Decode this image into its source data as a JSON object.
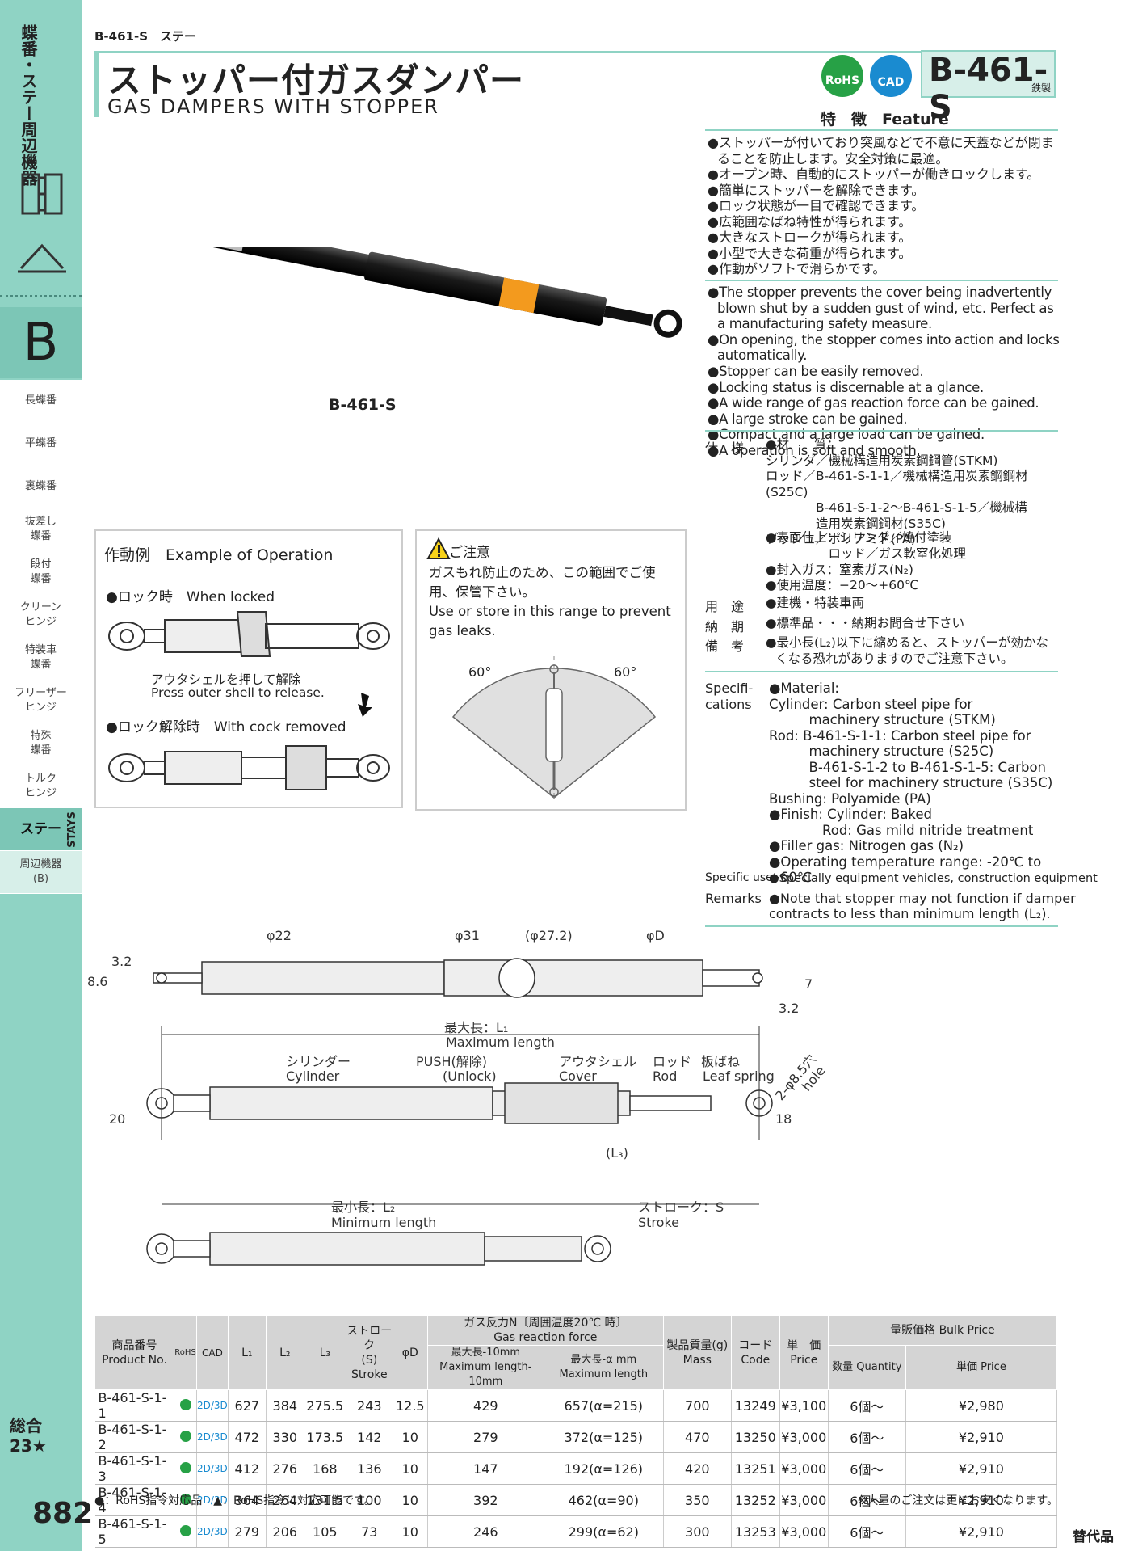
{
  "sidebar": {
    "top_label": "蝶番・ステー周辺機器",
    "section_letter": "B",
    "items": [
      {
        "label": "長蝶番"
      },
      {
        "label": "平蝶番"
      },
      {
        "label": "裏蝶番"
      },
      {
        "label": "抜差し\n蝶番"
      },
      {
        "label": "段付\n蝶番"
      },
      {
        "label": "クリーン\nヒンジ"
      },
      {
        "label": "特装車\n蝶番"
      },
      {
        "label": "フリーザー\nヒンジ"
      },
      {
        "label": "特殊\n蝶番"
      },
      {
        "label": "トルク\nヒンジ"
      },
      {
        "label": "ステー"
      },
      {
        "label": "周辺機器\n(B)"
      }
    ],
    "stays_label": "STAYS",
    "bottom_label": "総合 23★",
    "page_number": "882"
  },
  "header": {
    "breadcrumb": "B-461-S　ステー",
    "title_jp": "ストッパー付ガスダンパー",
    "title_en": "GAS DAMPERS WITH STOPPER",
    "badge_rohs": "RoHS",
    "badge_cad": "CAD",
    "model_code": "B-461-S",
    "material_tag": "鉄製"
  },
  "product_label": "B-461-S",
  "feature": {
    "heading": "特　徴　Feature",
    "jp": [
      "●ストッパーが付いており突風などで不意に天蓋などが閉まることを防止します。安全対策に最適。",
      "●オープン時、自動的にストッパーが働きロックします。",
      "●簡単にストッパーを解除できます。",
      "●ロック状態が一目で確認できます。",
      "●広範囲なばね特性が得られます。",
      "●大きなストロークが得られます。",
      "●小型で大きな荷重が得られます。",
      "●作動がソフトで滑らかです。"
    ],
    "en": [
      "●The stopper prevents the cover being inadvertently blown shut by a sudden gust of wind, etc. Perfect as a manufacturing safety measure.",
      "●On opening, the stopper comes into action and locks automatically.",
      "●Stopper can be easily removed.",
      "●Locking status is discernable at a glance.",
      "●A wide range of gas reaction force can be gained.",
      "●A large stroke can be gained.",
      "●Compact and a large load can be gained.",
      "●A operation is soft and smooth."
    ]
  },
  "specs_jp": {
    "label_spec": "仕　様",
    "material": "●材　　質：\nシリンダ／機械構造用炭素鋼鋼管(STKM)\nロッド／B-461-S-1-1／機械構造用炭素鋼鋼材(S25C)\n　　　　B-461-S-1-2～B-461-S-1-5／機械構\n　　　　造用炭素鋼鋼材(S35C)\nブッシュ／ポリアミド(PA)",
    "finish": "●表面仕上：シリンダ／焼付塗装\n　　　　　ロッド／ガス軟窒化処理",
    "gas": "●封入ガス：窒素ガス(N₂)",
    "temp": "●使用温度：−20～+60℃",
    "label_use": "用　途",
    "use": "●建機・特装車両",
    "label_delivery": "納　期",
    "delivery": "●標準品・・・納期お問合せ下さい",
    "label_remarks": "備　考",
    "remarks": "●最小長(L₂)以下に縮めると、ストッパーが効かなくなる恐れがありますのでご注意下さい。"
  },
  "specs_en": {
    "label_spec": "Specifi-\ncations",
    "text": "●Material:\nCylinder: Carbon steel pipe for\n　　　machinery structure (STKM)\nRod: B-461-S-1-1: Carbon steel pipe for\n　　　machinery structure (S25C)\n　　　B-461-S-1-2 to B-461-S-1-5: Carbon\n　　　steel for machinery structure (S35C)\nBushing: Polyamide (PA)\n●Finish: Cylinder: Baked\n　　　　Rod: Gas mild nitride treatment\n●Filler gas: Nitrogen gas (N₂)\n●Operating temperature range: -20℃ to +60℃",
    "label_use": "Specific use",
    "use": "●Specially equipment vehicles, construction equipment",
    "label_remarks": "Remarks",
    "remarks": "●Note that stopper may not function if damper\ncontracts to less than minimum length (L₂)."
  },
  "operation": {
    "title": "作動例　Example of Operation",
    "locked": "●ロック時　When locked",
    "release_jp": "アウタシェルを押して解除",
    "release_en": "Press outer shell to release.",
    "removed": "●ロック解除時　With cock removed"
  },
  "caution": {
    "title": "ご注意",
    "jp": "ガスもれ防止のため、この範囲でご使用、保管下さい。",
    "en": "Use or store in this range to prevent gas leaks.",
    "angle_left": "60°",
    "angle_right": "60°"
  },
  "drawing": {
    "d22": "φ22",
    "d31": "φ31",
    "d272": "(φ27.2)",
    "dD": "φD",
    "dim_86": "8.6",
    "dim_32a": "3.2",
    "dim_7": "7",
    "dim_32b": "3.2",
    "max_len": "最大長：L₁",
    "max_len_en": "Maximum length",
    "cyl_jp": "シリンダー",
    "cyl_en": "Cylinder",
    "push_jp": "PUSH(解除)",
    "push_en": "(Unlock)",
    "cover_jp": "アウタシェル",
    "cover_en": "Cover",
    "rod_jp": "ロッド",
    "rod_en": "Rod",
    "spring_jp": "板ばね",
    "spring_en": "Leaf spring",
    "hole": "2-φ8.5穴",
    "hole_en": "hole",
    "dim_20": "20",
    "dim_18": "18",
    "l3": "(L₃)",
    "min_len": "最小長：L₂",
    "min_len_en": "Minimum length",
    "stroke_jp": "ストローク：S",
    "stroke_en": "Stroke"
  },
  "table": {
    "headers": {
      "product_jp": "商品番号",
      "product_en": "Product No.",
      "rohs": "RoHS",
      "cad": "CAD",
      "l1": "L₁",
      "l2": "L₂",
      "l3": "L₃",
      "stroke_jp": "ストローク",
      "stroke_s": "(S)",
      "stroke_en": "Stroke",
      "d": "φD",
      "gas_jp": "ガス反力N〔周囲温度20℃ 時〕",
      "gas_en": "Gas reaction force",
      "gas_a_jp": "最大長-10mm",
      "gas_a_en": "Maximum length-10mm",
      "gas_b_jp": "最大長-α mm",
      "gas_b_en": "Maximum length",
      "mass_jp": "製品質量(g)",
      "mass_en": "Mass",
      "code_jp": "コード",
      "code_en": "Code",
      "price_jp": "単　価",
      "price_en": "Price",
      "bulk": "量販価格 Bulk Price",
      "qty": "数量 Quantity",
      "unit": "単価 Price"
    },
    "rows": [
      {
        "pn": "B-461-S-1-1",
        "cad": "2D/3D",
        "l1": "627",
        "l2": "384",
        "l3": "275.5",
        "s": "243",
        "d": "12.5",
        "g1": "429",
        "g2": "657(α=215)",
        "mass": "700",
        "code": "13249",
        "price": "¥3,100",
        "qty": "6個～",
        "bulk": "¥2,980"
      },
      {
        "pn": "B-461-S-1-2",
        "cad": "2D/3D",
        "l1": "472",
        "l2": "330",
        "l3": "173.5",
        "s": "142",
        "d": "10",
        "g1": "279",
        "g2": "372(α=125)",
        "mass": "470",
        "code": "13250",
        "price": "¥3,000",
        "qty": "6個～",
        "bulk": "¥2,910"
      },
      {
        "pn": "B-461-S-1-3",
        "cad": "2D/3D",
        "l1": "412",
        "l2": "276",
        "l3": "168",
        "s": "136",
        "d": "10",
        "g1": "147",
        "g2": "192(α=126)",
        "mass": "420",
        "code": "13251",
        "price": "¥3,000",
        "qty": "6個～",
        "bulk": "¥2,910"
      },
      {
        "pn": "B-461-S-1-4",
        "cad": "2D/3D",
        "l1": "364",
        "l2": "264",
        "l3": "131.5",
        "s": "100",
        "d": "10",
        "g1": "392",
        "g2": "462(α=90)",
        "mass": "350",
        "code": "13252",
        "price": "¥3,000",
        "qty": "6個～",
        "bulk": "¥2,910"
      },
      {
        "pn": "B-461-S-1-5",
        "cad": "2D/3D",
        "l1": "279",
        "l2": "206",
        "l3": "105",
        "s": "73",
        "d": "10",
        "g1": "246",
        "g2": "299(α=62)",
        "mass": "300",
        "code": "13253",
        "price": "¥3,000",
        "qty": "6個～",
        "bulk": "¥2,910"
      }
    ]
  },
  "footer": {
    "legend": "●：RoHS指令対応品　▲：RoHS指令に対応可能です。",
    "note": "※大量のご注文は更にお安くなります。",
    "corner": "替代品"
  },
  "colors": {
    "accent": "#8fd3c4",
    "rohs": "#27a146",
    "cad": "#1a8bd0",
    "stopper": "#f39a1e"
  }
}
